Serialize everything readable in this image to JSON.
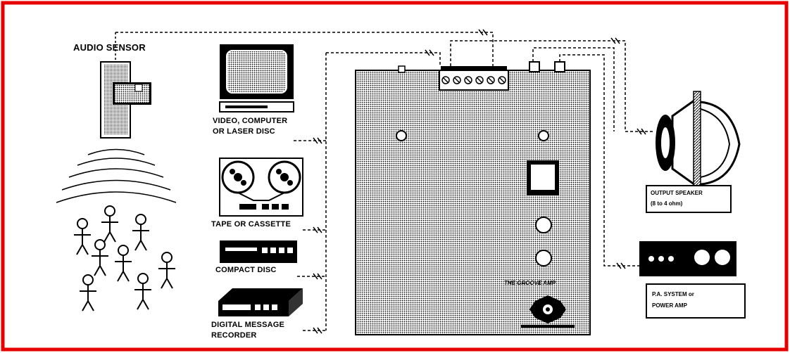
{
  "labels": {
    "audio_sensor": "AUDIO SENSOR",
    "video": "VIDEO, COMPUTER",
    "laser_disc": "OR LASER DISC",
    "tape": "TAPE OR CASSETTE",
    "compact_disc": "COMPACT DISC",
    "digital_message": "DIGITAL MESSAGE",
    "recorder": "RECORDER",
    "output_speaker": "OUTPUT SPEAKER",
    "speaker_ohm": "(8 to 4 ohm)",
    "pa_system": "P.A. SYSTEM or",
    "power_amp": "POWER AMP",
    "amp_name": "THE GROOVE AMP"
  },
  "colors": {
    "frame": "#e60000",
    "line": "#000000",
    "panel": "#d8d8d8"
  }
}
